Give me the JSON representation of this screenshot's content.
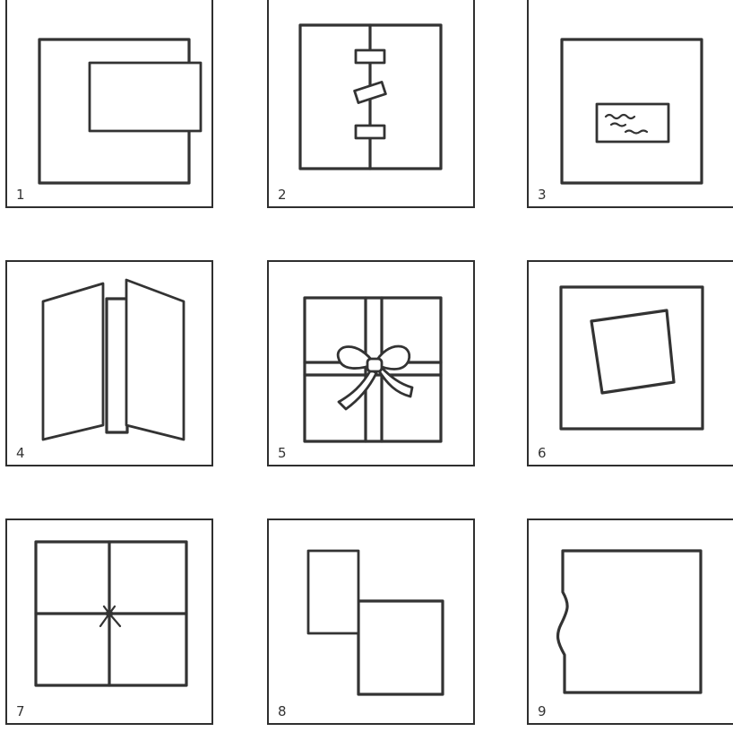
{
  "figure": {
    "panels": [
      {
        "id": 1,
        "label": "1"
      },
      {
        "id": 2,
        "label": "2"
      },
      {
        "id": 3,
        "label": "3"
      },
      {
        "id": 4,
        "label": "4"
      },
      {
        "id": 5,
        "label": "5"
      },
      {
        "id": 6,
        "label": "6"
      },
      {
        "id": 7,
        "label": "7"
      },
      {
        "id": 8,
        "label": "8"
      },
      {
        "id": 9,
        "label": "9"
      }
    ],
    "colors": {
      "line": "#333333",
      "background": "#ffffff"
    }
  }
}
